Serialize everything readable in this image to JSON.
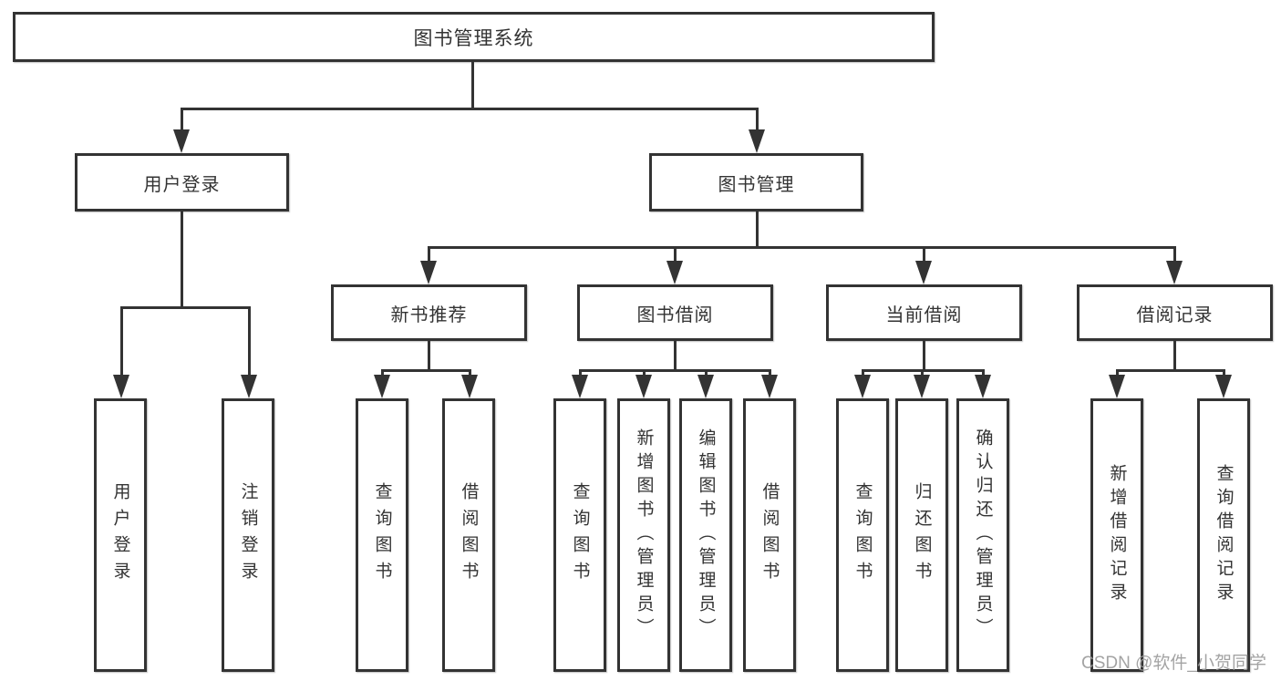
{
  "tree": {
    "label": "图书管理系统",
    "children": [
      {
        "label": "用户登录",
        "children": [
          {
            "label": "用户登录"
          },
          {
            "label": "注销登录"
          }
        ]
      },
      {
        "label": "图书管理",
        "children": [
          {
            "label": "新书推荐",
            "children": [
              {
                "label": "查询图书"
              },
              {
                "label": "借阅图书"
              }
            ]
          },
          {
            "label": "图书借阅",
            "children": [
              {
                "label": "查询图书"
              },
              {
                "label": "新增图书（管理员）"
              },
              {
                "label": "编辑图书（管理员）"
              },
              {
                "label": "借阅图书"
              }
            ]
          },
          {
            "label": "当前借阅",
            "children": [
              {
                "label": "查询图书"
              },
              {
                "label": "归还图书"
              },
              {
                "label": "确认归还（管理员）"
              }
            ]
          },
          {
            "label": "借阅记录",
            "children": [
              {
                "label": "新增借阅记录"
              },
              {
                "label": "查询借阅记录"
              }
            ]
          }
        ]
      }
    ]
  },
  "watermark": {
    "text": "CSDN @软件_小贺同学"
  },
  "colors": {
    "line": "#333333",
    "box_bg": "#ffffff",
    "watermark": "#9b9b9b"
  }
}
